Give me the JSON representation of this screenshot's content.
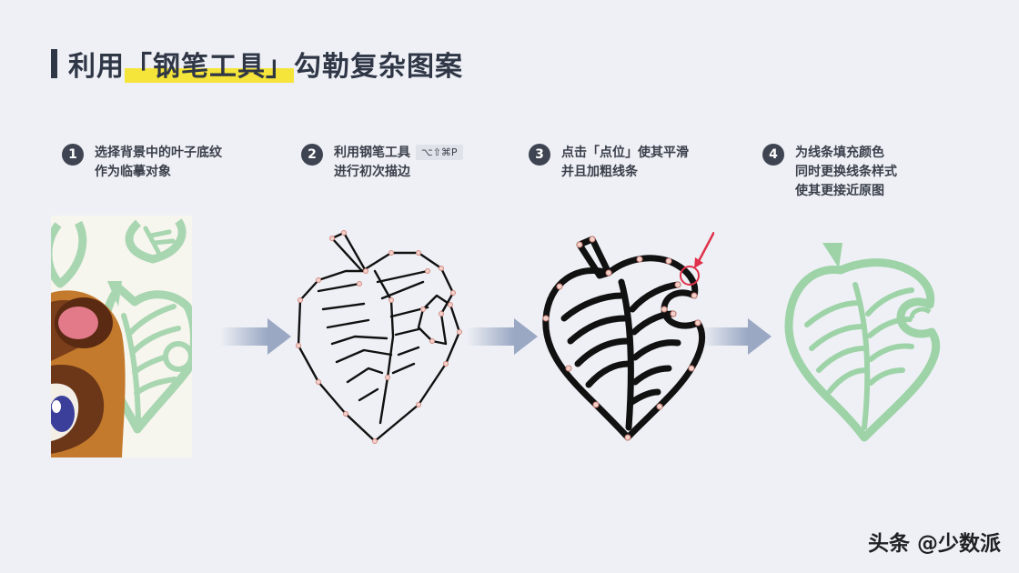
{
  "title": {
    "prefix": "利用",
    "highlight": "「钢笔工具」",
    "suffix": "勾勒复杂图案"
  },
  "steps": [
    {
      "num": "1",
      "line1": "选择背景中的叶子底纹",
      "line2": "作为临摹对象",
      "line3": ""
    },
    {
      "num": "2",
      "line1": "利用钢笔工具",
      "shortcut": "⌥⇧⌘P",
      "line2": "进行初次描边",
      "line3": ""
    },
    {
      "num": "3",
      "line1": "点击「点位」使其平滑",
      "line2": "并且加粗线条",
      "line3": ""
    },
    {
      "num": "4",
      "line1": "为线条填充颜色",
      "line2": "同时更换线条样式",
      "line3": "使其更接近原图"
    }
  ],
  "colors": {
    "accent_highlight": "#f5e43a",
    "leaf_green": "#9ed3a8",
    "marker_red": "#e0304a",
    "arrow_blue": "#9aa8c4"
  },
  "watermark": "头条 @少数派"
}
